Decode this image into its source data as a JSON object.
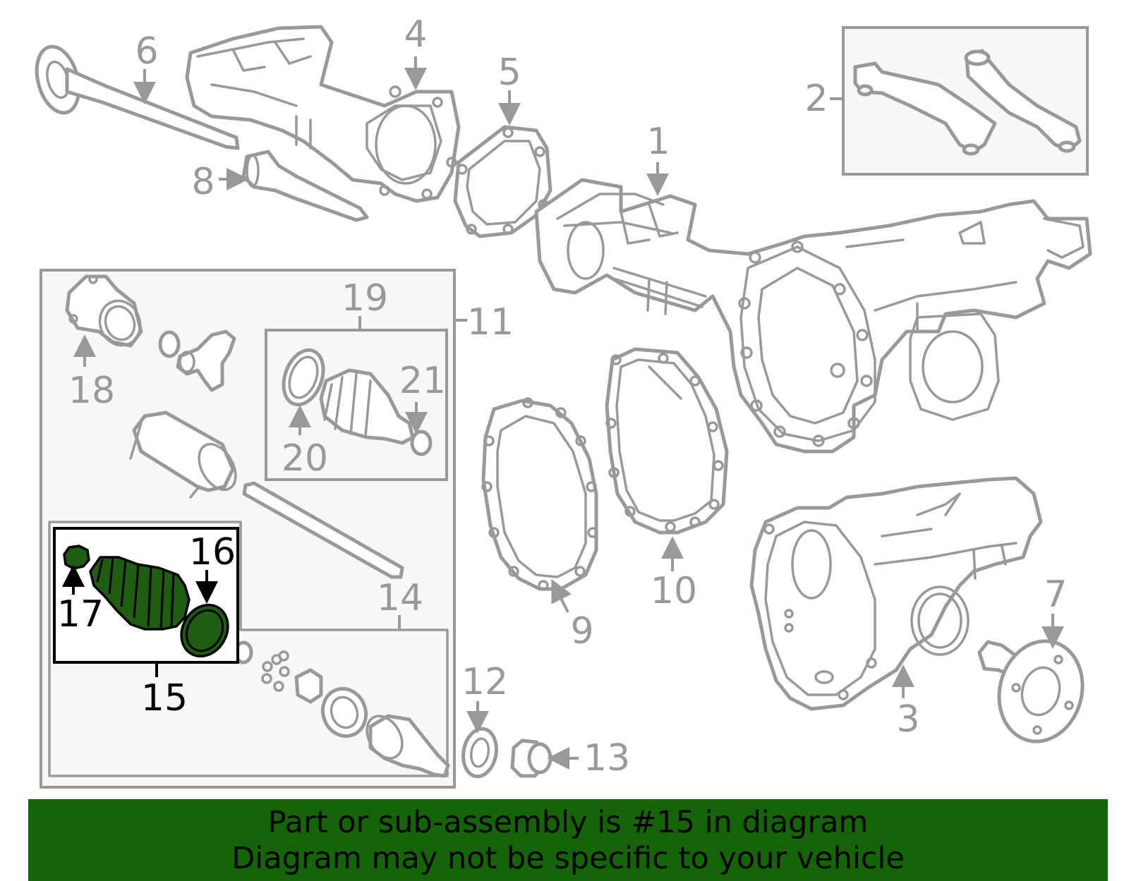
{
  "callouts": {
    "c1": "1",
    "c2": "2",
    "c3": "3",
    "c4": "4",
    "c5": "5",
    "c6": "6",
    "c7": "7",
    "c8": "8",
    "c9": "9",
    "c10": "10",
    "c11": "11",
    "c12": "12",
    "c13": "13",
    "c14": "14",
    "c15": "15",
    "c16": "16",
    "c17": "17",
    "c18": "18",
    "c19": "19",
    "c20": "20",
    "c21": "21"
  },
  "highlighted_part": "15",
  "colors": {
    "line_art": "#999999",
    "highlight_fill": "#1f5e12",
    "banner_background": "#156508",
    "panel_background": "#f7f7f7"
  },
  "banner": {
    "line1": "Part or sub-assembly is #15 in diagram",
    "line2": "Diagram may not be specific to your vehicle"
  }
}
